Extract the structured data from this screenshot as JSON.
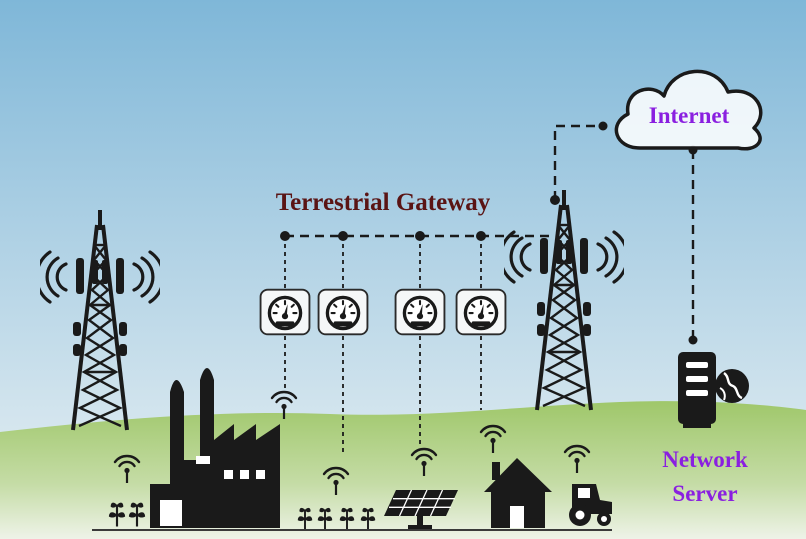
{
  "labels": {
    "gateway": "Terrestrial Gateway",
    "internet": "Internet",
    "network_server_line1": "Network",
    "network_server_line2": "Server"
  },
  "icons": {
    "towers": [
      "cell-tower-icon",
      "cell-tower-icon"
    ],
    "cloud": "cloud-icon",
    "server": "server-icon",
    "globe": "globe-icon",
    "factory": "factory-icon",
    "solar_panel": "solar-panel-icon",
    "house": "house-icon",
    "tractor": "tractor-icon",
    "plant": "plant-icon",
    "wifi": "wifi-signal-icon",
    "meter": "gauge-meter-icon"
  },
  "colors": {
    "sky_top": "#7fb7d8",
    "sky_bottom": "#e3eef2",
    "grass_top": "#9fc76a",
    "grass_bottom": "#e6efe0",
    "gateway_label": "#5a1414",
    "cloud_labels": "#8a1fe0",
    "icons": "#1a1a1a"
  }
}
